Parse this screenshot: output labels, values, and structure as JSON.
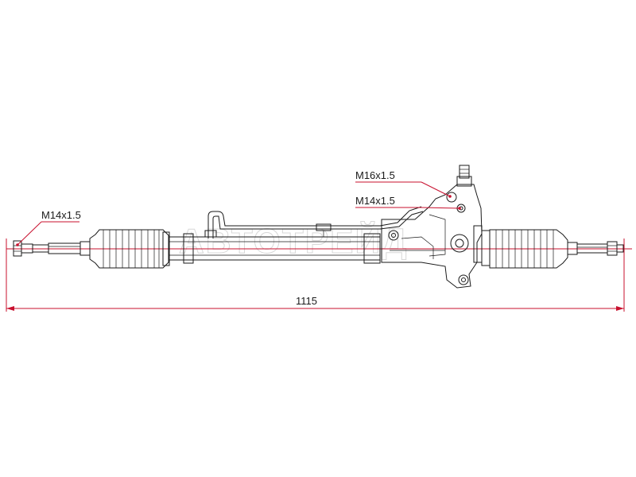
{
  "labels": {
    "left_thread": "M14x1.5",
    "pinion_upper_port": "M16x1.5",
    "pinion_lower_port": "M14x1.5",
    "overall_length": "1115"
  },
  "watermark": "АВТОТРЕЙД",
  "colors": {
    "ink": "#1a1a1a",
    "dimension": "#c8102e",
    "watermark": "#d8d8d8",
    "background": "#ffffff"
  }
}
